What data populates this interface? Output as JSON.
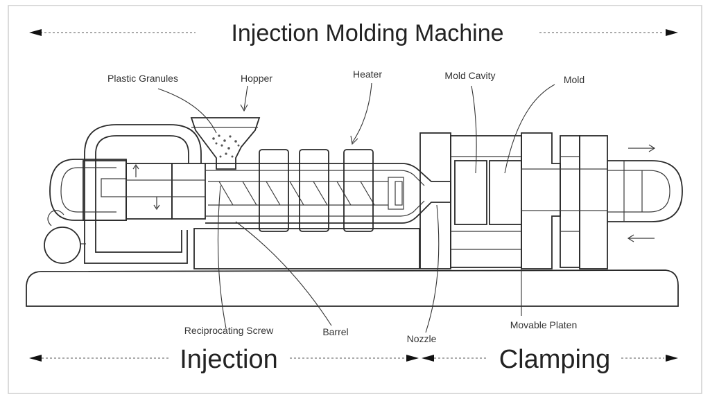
{
  "title": "Injection Molding Machine",
  "sections": {
    "injection": "Injection",
    "clamping": "Clamping"
  },
  "labels": {
    "plastic_granules": "Plastic Granules",
    "hopper": "Hopper",
    "heater": "Heater",
    "mold_cavity": "Mold Cavity",
    "mold": "Mold",
    "reciprocating_screw": "Reciprocating Screw",
    "barrel": "Barrel",
    "nozzle": "Nozzle",
    "movable_platen": "Movable Platen"
  }
}
